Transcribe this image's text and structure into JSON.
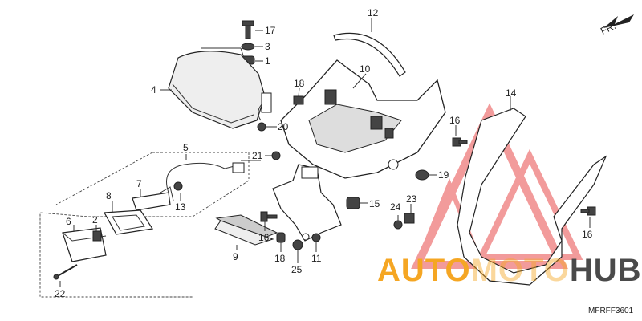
{
  "diagram": {
    "code": "MFRFF3601",
    "direction_label": "FR.",
    "watermark": {
      "part1": "AUTO",
      "part2": "MOTO",
      "part3": "HUB"
    },
    "colors": {
      "watermark_orange": "#f5a623",
      "watermark_gray": "#4a4a4a",
      "watermark_red": "#e84a4a"
    },
    "callouts": [
      "1",
      "2",
      "3",
      "4",
      "5",
      "6",
      "7",
      "8",
      "9",
      "10",
      "11",
      "12",
      "13",
      "14",
      "15",
      "16",
      "16",
      "16",
      "17",
      "18",
      "18",
      "19",
      "20",
      "21",
      "22",
      "23",
      "24",
      "25"
    ]
  }
}
